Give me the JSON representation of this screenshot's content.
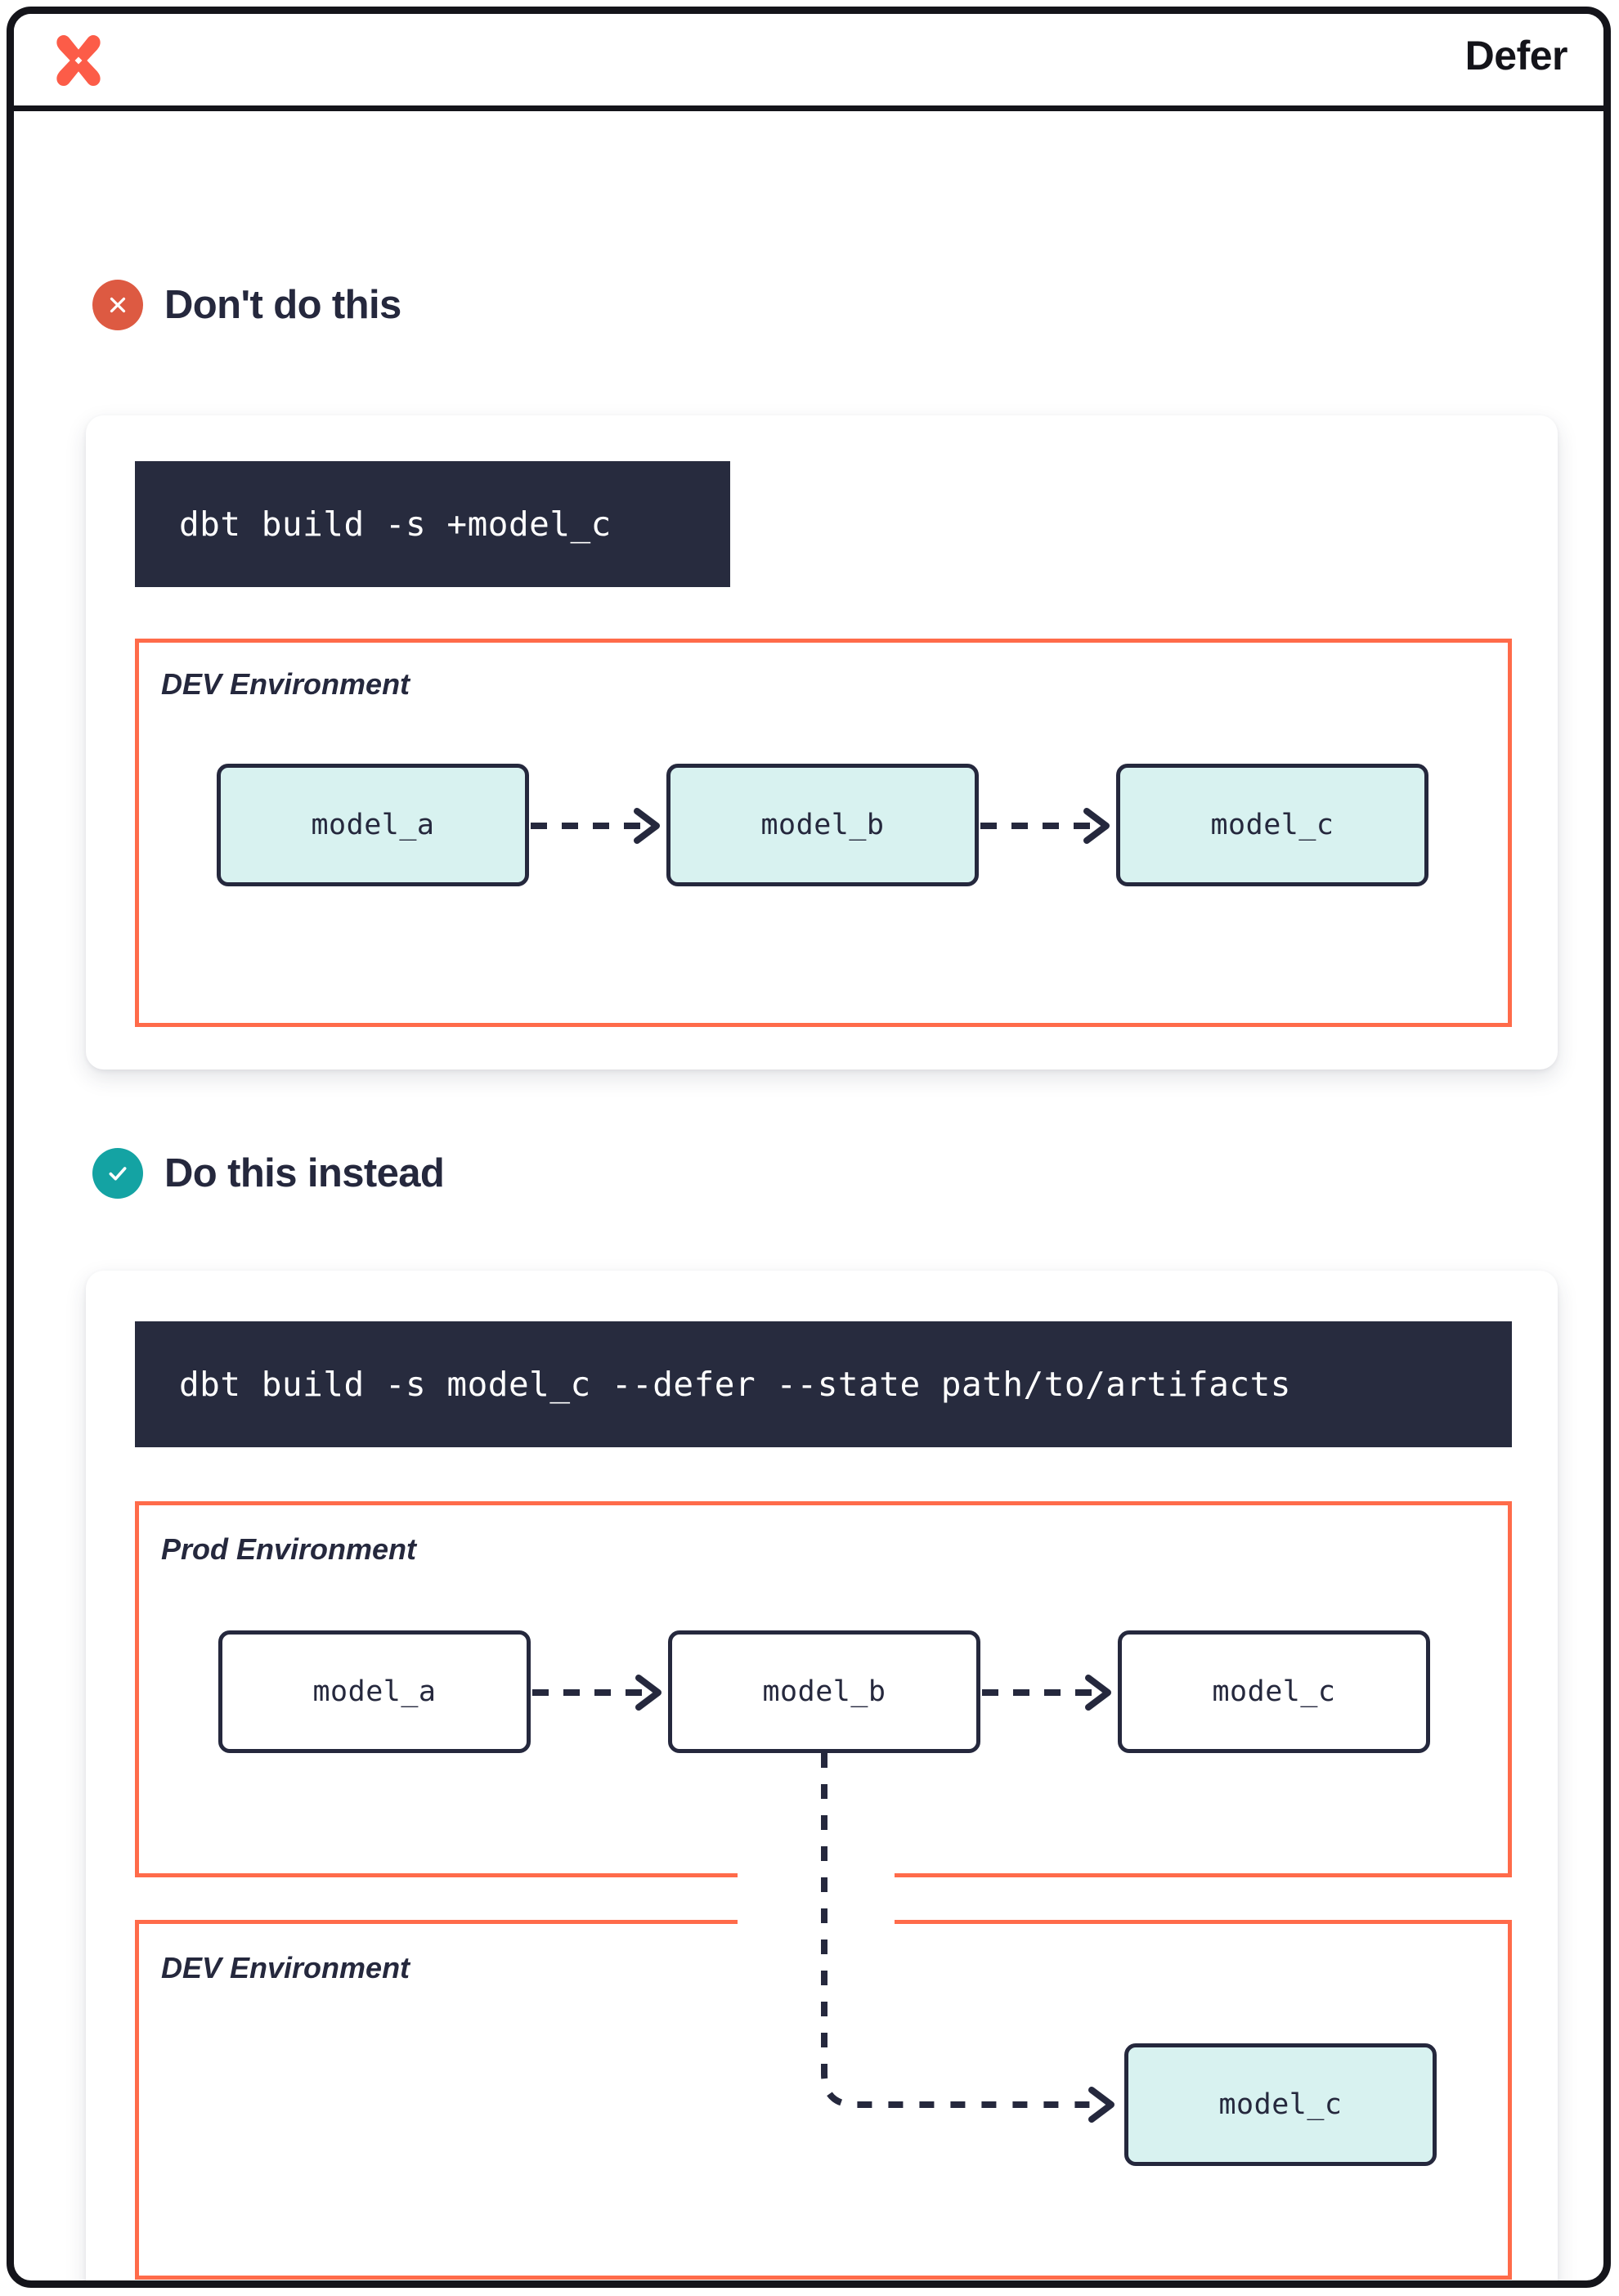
{
  "header": {
    "logo_icon": "dbt-x-logo-icon",
    "title": "Defer"
  },
  "colors": {
    "brand_orange": "#fc5c48",
    "env_border": "#ff6b4a",
    "badge_bad": "#dd5a42",
    "badge_good": "#14a3a3",
    "code_bg": "#272b3e",
    "node_border": "#25283d",
    "node_dev_fill": "#d8f2f0",
    "node_prod_fill": "#ffffff",
    "text_dark": "#25283d"
  },
  "sections": [
    {
      "id": "dont",
      "badge_icon": "x-circle-icon",
      "title": "Don't do this",
      "code": "dbt build -s +model_c",
      "environments": [
        {
          "label": "DEV Environment",
          "nodes": [
            {
              "label": "model_a"
            },
            {
              "label": "model_b"
            },
            {
              "label": "model_c"
            }
          ]
        }
      ]
    },
    {
      "id": "do",
      "badge_icon": "check-circle-icon",
      "title": "Do this instead",
      "code": "dbt build -s model_c --defer --state path/to/artifacts",
      "environments": [
        {
          "label": "Prod Environment",
          "nodes": [
            {
              "label": "model_a"
            },
            {
              "label": "model_b"
            },
            {
              "label": "model_c"
            }
          ]
        },
        {
          "label": "DEV Environment",
          "nodes": [
            {
              "label": "model_c"
            }
          ]
        }
      ]
    }
  ]
}
